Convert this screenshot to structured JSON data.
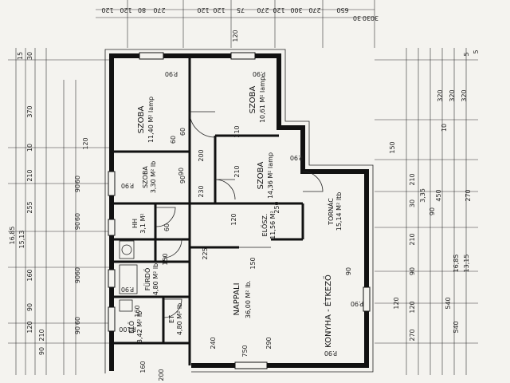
{
  "rooms": {
    "szoba1": {
      "name": "SZOBA",
      "area": "11,40 M² lamp"
    },
    "szoba2": {
      "name": "SZOBA",
      "area": "10,61 M² lamp"
    },
    "szoba3": {
      "name": "SZOBA",
      "area": "14,36 M² lamp"
    },
    "szoba4": {
      "name": "SZOBA",
      "area": "3,30 M² lb"
    },
    "hh": {
      "name": "HH",
      "area": "3,1 M²"
    },
    "furdo": {
      "name": "FÜRDŐ",
      "area": "4,80 M² lb"
    },
    "elotet": {
      "name": "ELŐ",
      "area": "3,42 M² lb"
    },
    "et": {
      "name": "ET",
      "area": "4,80 M² lb"
    },
    "nappali": {
      "name": "NAPPALI",
      "area": "36,00 M² lb."
    },
    "konyha": {
      "name": "KONYHA - ÉTKEZŐ",
      "area": ""
    },
    "eloszoba": {
      "name": "ELŐSZ.",
      "area": "11,56 M²"
    },
    "terasz": {
      "name": "TORNÁC",
      "area": "15,14 M² ltb"
    }
  },
  "dims": {
    "top": [
      "120",
      "120",
      "80",
      "270",
      "120",
      "120",
      "75",
      "270",
      "120",
      "300",
      "270",
      "650",
      "30",
      "30",
      "30"
    ],
    "left": [
      "15",
      "30",
      "370",
      "10",
      "210",
      "255",
      "16,85",
      "15,13",
      "160",
      "90",
      "120",
      "210",
      "90"
    ],
    "right": [
      "5",
      "5",
      "10",
      "320",
      "320",
      "320",
      "150",
      "210",
      "30",
      "90",
      "210",
      "90",
      "120",
      "540",
      "540",
      "270",
      "16,85",
      "13,15",
      "3,35",
      "450",
      "270",
      "120"
    ],
    "inner": [
      "60",
      "90",
      "60",
      "90",
      "60",
      "90",
      "60",
      "90",
      "60",
      "90",
      "60",
      "90",
      "120",
      "210",
      "150",
      "230",
      "225",
      "120",
      "90",
      "60",
      "210",
      "200",
      "150",
      "750",
      "160",
      "200",
      "240",
      "120",
      "160",
      "290",
      "250"
    ],
    "doors": [
      "P.90",
      "P.90",
      "P.90",
      "P.90",
      "P.90",
      "P.100",
      "P.90",
      "P.90"
    ]
  }
}
